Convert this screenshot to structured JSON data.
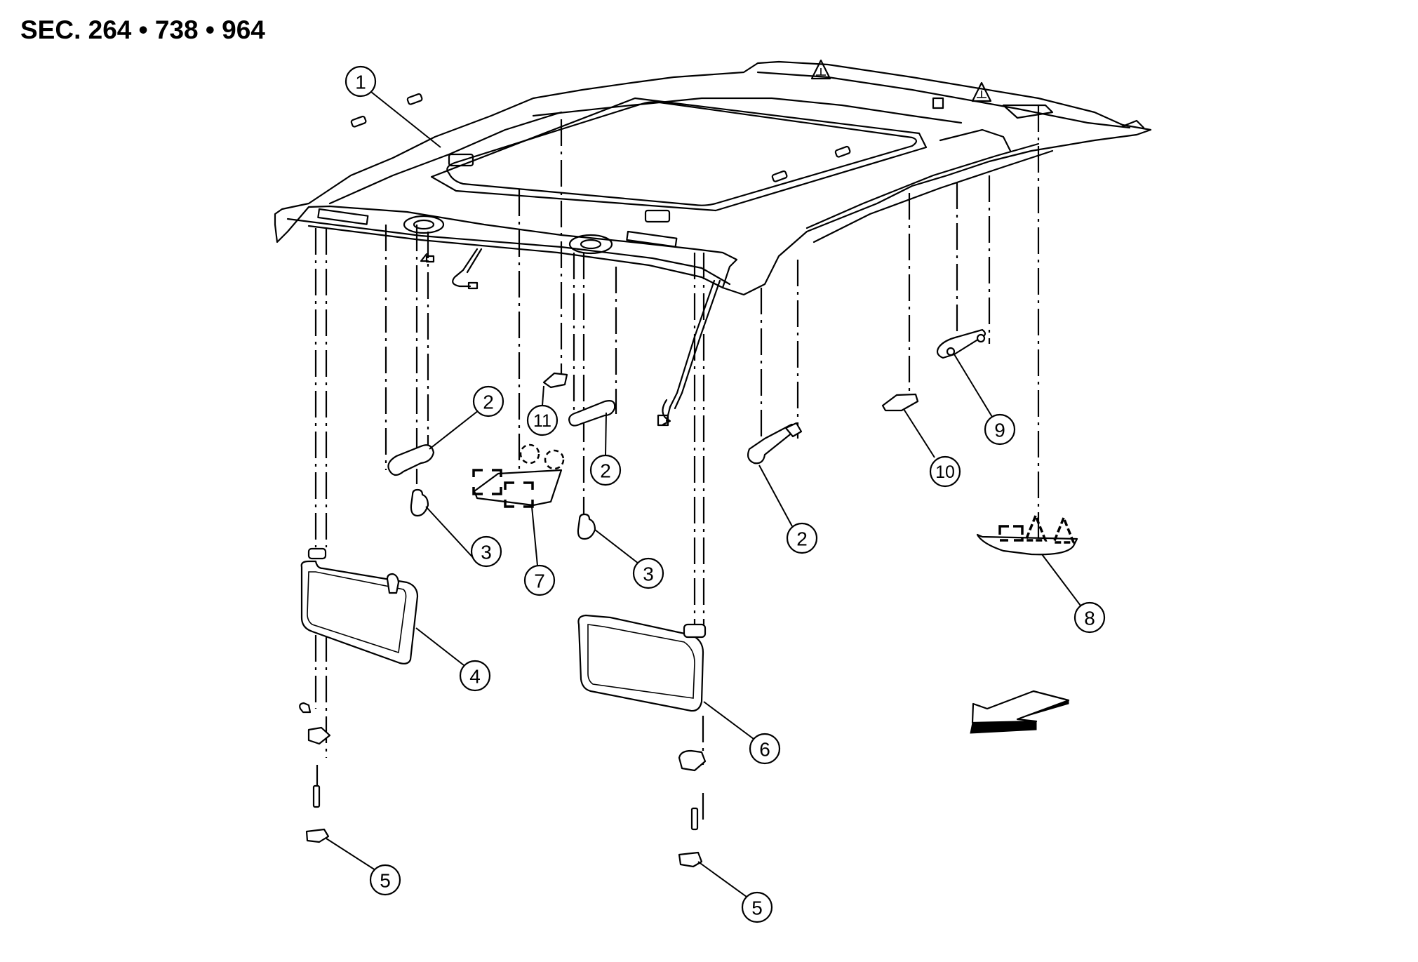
{
  "header": {
    "section_title": "SEC. 264 • 738 • 964"
  },
  "callouts": [
    {
      "id": "1",
      "label": "1",
      "part": "headlining"
    },
    {
      "id": "2a",
      "label": "2",
      "part": "assist-grip"
    },
    {
      "id": "2b",
      "label": "2",
      "part": "assist-grip"
    },
    {
      "id": "2c",
      "label": "2",
      "part": "assist-grip"
    },
    {
      "id": "3a",
      "label": "3",
      "part": "grip-clip"
    },
    {
      "id": "3b",
      "label": "3",
      "part": "grip-clip"
    },
    {
      "id": "4",
      "label": "4",
      "part": "sun-visor-lh"
    },
    {
      "id": "5a",
      "label": "5",
      "part": "visor-holder"
    },
    {
      "id": "5b",
      "label": "5",
      "part": "visor-holder"
    },
    {
      "id": "6",
      "label": "6",
      "part": "sun-visor-rh"
    },
    {
      "id": "7",
      "label": "7",
      "part": "map-lamp"
    },
    {
      "id": "8",
      "label": "8",
      "part": "rear-trim"
    },
    {
      "id": "9",
      "label": "9",
      "part": "rear-assist-grip"
    },
    {
      "id": "10",
      "label": "10",
      "part": "room-lamp"
    },
    {
      "id": "11",
      "label": "11",
      "part": "personal-lamp"
    }
  ],
  "symbols": {
    "clip_triangle": "clip-triangle-icon",
    "clip_square": "clip-square-icon",
    "front_arrow": "front-direction-arrow"
  }
}
